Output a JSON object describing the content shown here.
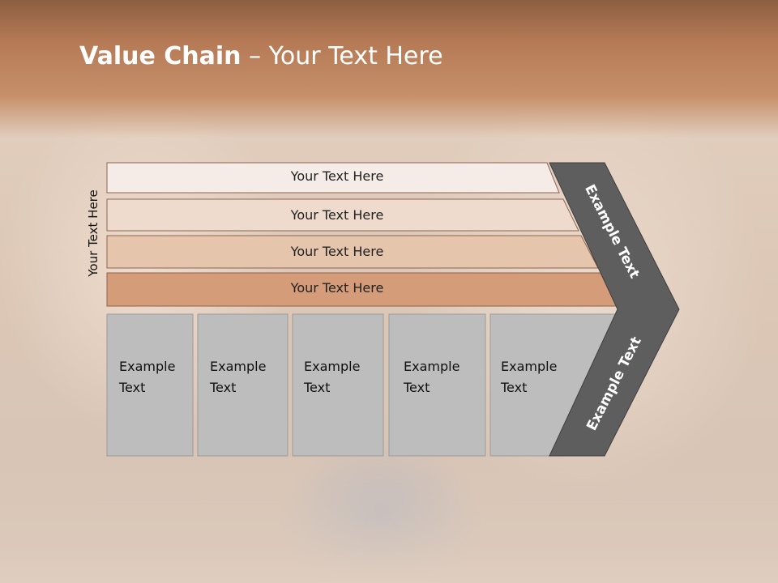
{
  "title": {
    "bold": "Value Chain",
    "rest": " – Your Text Here"
  },
  "side_label": "Your Text Here",
  "rows": [
    {
      "label": "Your Text Here",
      "color": "#f6ece7"
    },
    {
      "label": "Your Text Here",
      "color": "#eedbcd"
    },
    {
      "label": "Your Text Here",
      "color": "#e6c5ad"
    },
    {
      "label": "Your Text Here",
      "color": "#d49c78"
    }
  ],
  "columns": [
    {
      "line1": "Example",
      "line2": "Text"
    },
    {
      "line1": "Example",
      "line2": "Text"
    },
    {
      "line1": "Example",
      "line2": "Text"
    },
    {
      "line1": "Example",
      "line2": "Text"
    },
    {
      "line1": "Example",
      "line2": "Text"
    }
  ],
  "chevron": {
    "upper": "Example Text",
    "lower": "Example Text",
    "color": "#5e5e5e"
  },
  "colors": {
    "column_fill": "#bdbdbd",
    "header_band": "#b57a55"
  }
}
